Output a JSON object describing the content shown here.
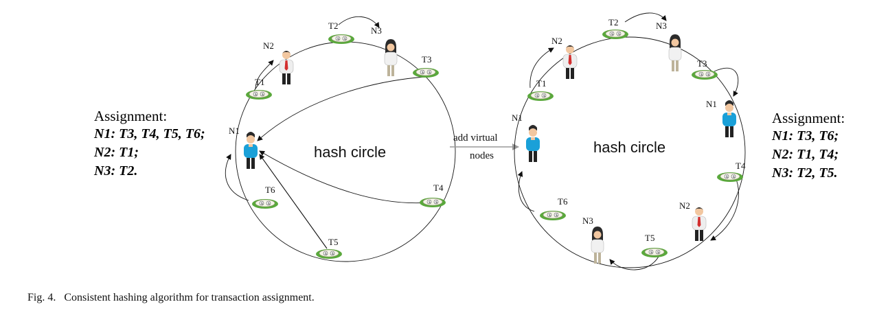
{
  "left": {
    "hash_circle": "hash circle",
    "nodes": [
      "N1",
      "N2",
      "N3"
    ],
    "transactions": [
      "T1",
      "T2",
      "T3",
      "T4",
      "T5",
      "T6"
    ],
    "assignment": {
      "title": "Assignment:",
      "lines": [
        "N1: T3, T4, T5, T6;",
        "N2: T1;",
        "N3: T2."
      ]
    }
  },
  "middle": {
    "line1": "add virtual",
    "line2": "nodes"
  },
  "right": {
    "hash_circle": "hash circle",
    "nodes": [
      "N1",
      "N2",
      "N3",
      "N1",
      "N2",
      "N3"
    ],
    "transactions": [
      "T1",
      "T2",
      "T3",
      "T4",
      "T5",
      "T6"
    ],
    "assignment": {
      "title": "Assignment:",
      "lines": [
        "N1: T3, T6;",
        "N2: T1, T4;",
        "N3: T2, T5."
      ]
    }
  },
  "caption": "Fig. 4.   Consistent hashing algorithm for transaction assignment.",
  "colors": {
    "shirt_blue": "#1aa0d8",
    "shirt_white": "#eeeeee",
    "tie_red": "#d32f2f",
    "note_green": "#5aa83c",
    "hair": "#2b2b2b"
  }
}
